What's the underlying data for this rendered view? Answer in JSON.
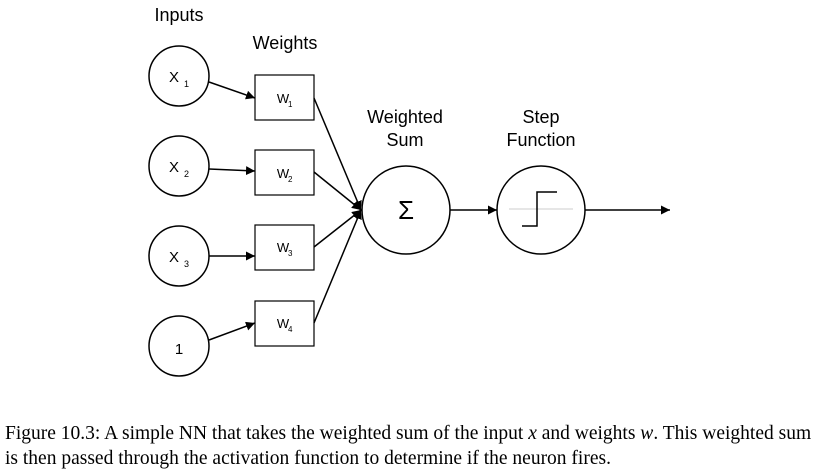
{
  "diagram": {
    "labels": {
      "inputs": "Inputs",
      "weights": "Weights",
      "weighted_sum_line1": "Weighted",
      "weighted_sum_line2": "Sum",
      "step_line1": "Step",
      "step_line2": "Function"
    },
    "inputs": [
      {
        "main": "X",
        "sub": "1"
      },
      {
        "main": "X",
        "sub": "2"
      },
      {
        "main": "X",
        "sub": "3"
      },
      {
        "main": "1",
        "sub": ""
      }
    ],
    "weights": [
      {
        "main": "W",
        "sub": "1"
      },
      {
        "main": "W",
        "sub": "2"
      },
      {
        "main": "W",
        "sub": "3"
      },
      {
        "main": "W",
        "sub": "4"
      }
    ],
    "sum_symbol": "Σ",
    "icons": {
      "sum_node": "sigma-icon",
      "step_node": "step-function-icon",
      "output": "output-arrow-icon"
    },
    "colors": {
      "stroke": "#000000",
      "step_guide": "#cccccc"
    }
  },
  "caption": {
    "part1": "Figure 10.3: A simple NN that takes the weighted sum of the input ",
    "var_x": "x",
    "part2": " and weights ",
    "var_w": "w",
    "part3": ". This weighted sum is then passed through the activation function to determine if the neuron fires."
  }
}
